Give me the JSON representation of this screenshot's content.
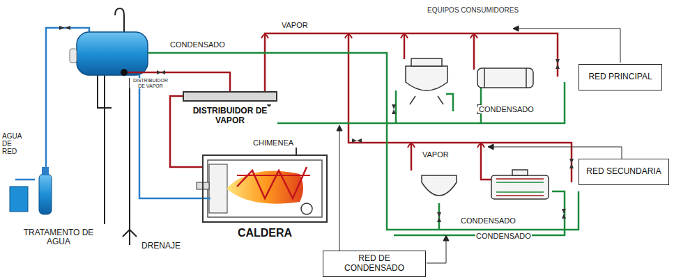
{
  "diagram": {
    "nodes": [
      {
        "text": [
          "DISTRIBUIDOR DE VAPOR"
        ]
      },
      {
        "text": [
          "CALDERA"
        ]
      },
      {
        "text": [
          "RED PRINCIPAL"
        ]
      },
      {
        "text": [
          "RED SECUNDARIA"
        ]
      },
      {
        "text": [
          "RED DE CONDENSADO"
        ]
      }
    ],
    "edges": [
      {
        "from": 1,
        "to": 0,
        "arrow": "none"
      }
    ],
    "labels": [
      "EQUIPOS CONSUMIDORES",
      "VAPOR",
      "CONDENSADO",
      "DISTRIBUIDOR DE VAPOR",
      "CHIMENEA",
      "AGUA DE RED",
      "TRATAMENTO DE AGUA",
      "DRENAJE",
      "CONDENSADO",
      "VAPOR",
      "CONDENSADO",
      "CONDENSADO"
    ]
  }
}
